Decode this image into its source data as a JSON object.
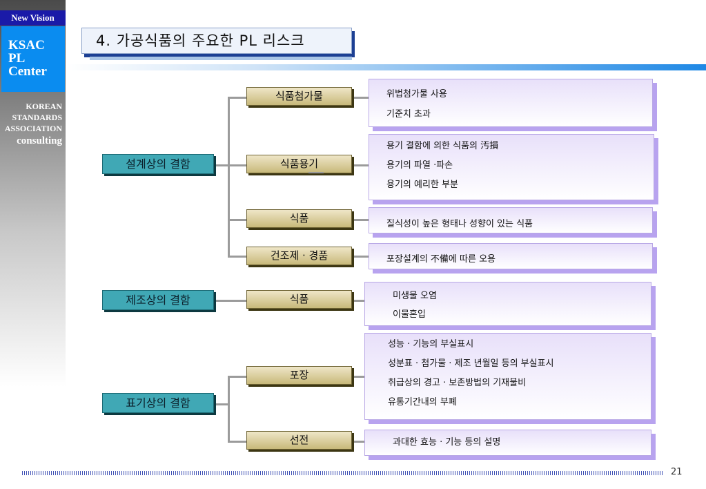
{
  "sidebar": {
    "new_vision": "New Vision",
    "ksac_lines": [
      "KSAC",
      "PL",
      "Center"
    ],
    "association_lines": [
      "KOREAN",
      "STANDARDS",
      "ASSOCIATION"
    ],
    "consulting": "consulting"
  },
  "slide": {
    "title": "4. 가공식품의 주요한 PL 리스크",
    "page_number": "21"
  },
  "categories": [
    {
      "label": "설계상의 결함"
    },
    {
      "label": "제조상의 결함"
    },
    {
      "label": "표기상의 결함"
    }
  ],
  "subcategories": [
    {
      "label": "식품첨가물"
    },
    {
      "label": "식품용기"
    },
    {
      "label": "식품"
    },
    {
      "label": "건조제 · 경품"
    },
    {
      "label": "식품"
    },
    {
      "label": "포장"
    },
    {
      "label": "선전"
    }
  ],
  "details": [
    {
      "lines": [
        "위법첨가물 사용",
        "기준치 초과"
      ]
    },
    {
      "lines": [
        "용기 결함에 의한 식품의 汚損",
        "용기의 파열 ·파손",
        "용기의 예리한 부분"
      ]
    },
    {
      "lines": [
        "질식성이 높은 형태나 성향이 있는 식품"
      ]
    },
    {
      "lines": [
        "포장설계의 不備에 따른 오용"
      ]
    },
    {
      "lines": [
        "미생물 오염",
        "이물혼입"
      ]
    },
    {
      "lines": [
        "성능 · 기능의 부실표시",
        "성분표 · 첨가물 · 제조 년월일 등의 부실표시",
        "취급상의 경고 · 보존방법의 기재불비",
        "유통기간내의 부폐"
      ]
    },
    {
      "lines": [
        "과대한 효능 · 기능 등의 설명"
      ]
    }
  ],
  "colors": {
    "sidebar_top_bar": "#1a1aa8",
    "ksac_box": "#0a8cf0",
    "category_box": "#40a8b5",
    "subcategory_box": "#c8b97a",
    "detail_shadow": "#b8a3ef",
    "connector": "#9b9b9b"
  }
}
